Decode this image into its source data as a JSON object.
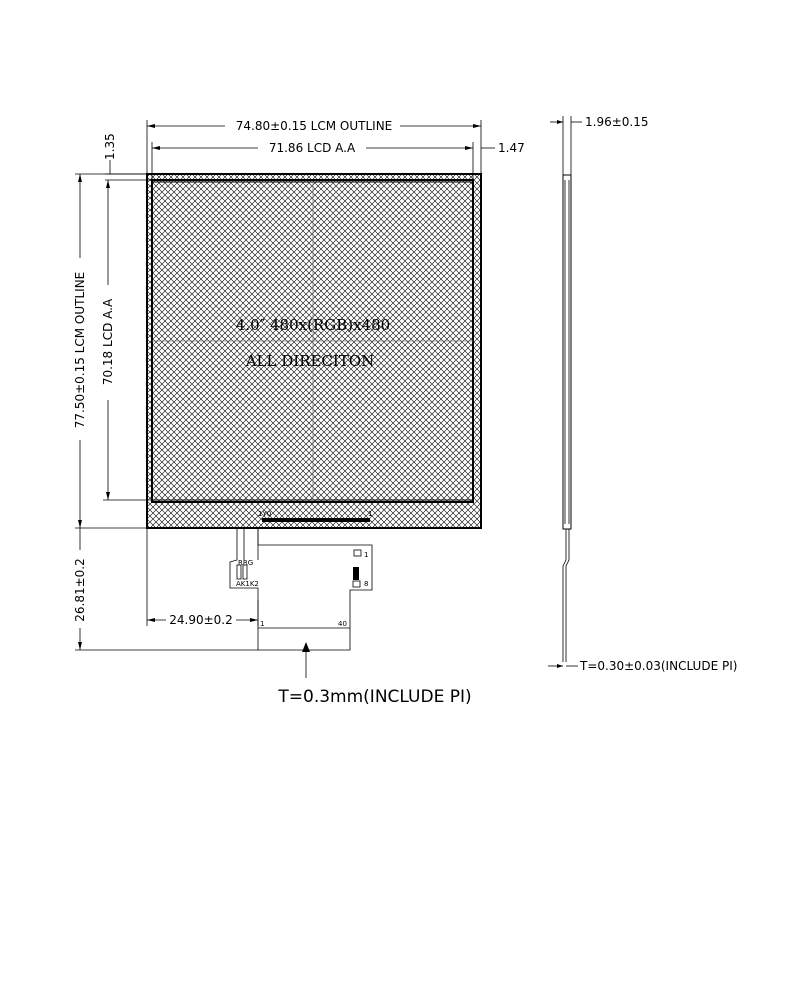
{
  "drawing": {
    "width_outline": "74.80±0.15 LCM OUTLINE",
    "width_aa": "71.86 LCD A.A",
    "right_gap": "1.47",
    "top_gap": "1.35",
    "height_outline": "77.50±0.15 LCM OUTLINE",
    "height_aa": "70.18 LCD A.A",
    "fpc_length": "26.81±0.2",
    "fpc_offset": "24.90±0.2",
    "panel_title": "4.0″ 480x(RGB)x480",
    "panel_subtitle": "ALL DIRECITON",
    "side_thickness": "1.96±0.15",
    "side_fpc_thickness": "T=0.30±0.03(INCLUDE PI)",
    "fpc_note": "T=0.3mm(INCLUDE PI)",
    "pin_first": "1",
    "pin_last": "40",
    "connector_first": "1",
    "connector_last": "8",
    "part_label_1": "AK1K2",
    "part_label_2": "RRG",
    "pad_label_left": "1Y0",
    "pad_label_right": "1"
  }
}
